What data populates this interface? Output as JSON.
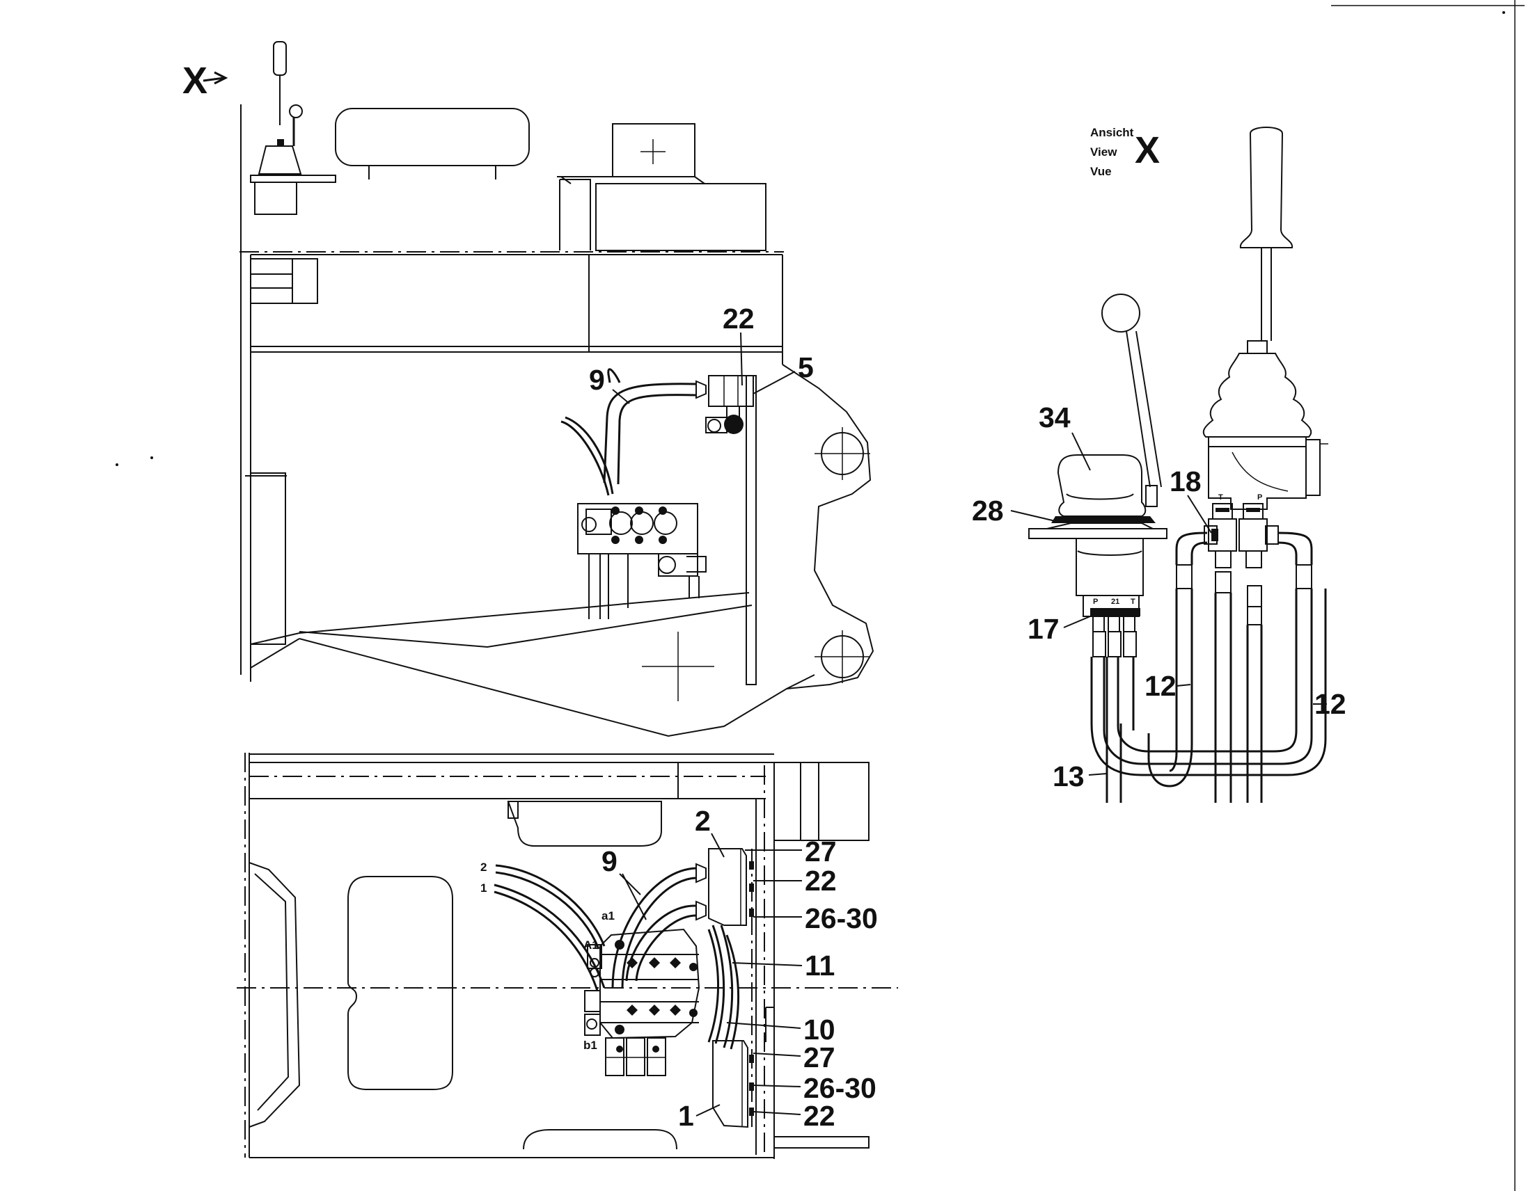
{
  "view_marker": {
    "left_arrow_label": "X",
    "caption_lines": [
      "Ansicht",
      "View",
      "Vue"
    ],
    "caption_letter": "X"
  },
  "callouts": {
    "side_view": {
      "c22": "22",
      "c5": "5",
      "c9": "9"
    },
    "top_view": {
      "c2": "2",
      "c9": "9",
      "c27a": "27",
      "c22a": "22",
      "c2630a": "26-30",
      "c11": "11",
      "c10": "10",
      "c27b": "27",
      "c2630b": "26-30",
      "c22b": "22",
      "c1": "1"
    },
    "view_x": {
      "c34": "34",
      "c28": "28",
      "c18": "18",
      "c17": "17",
      "c12a": "12",
      "c12b": "12",
      "c13": "13"
    }
  },
  "port_labels": {
    "top_view": {
      "p2": "2",
      "p1": "1",
      "a1_lower": "a1",
      "A1": "A1",
      "b1": "b1"
    },
    "valve_head": {
      "P": "P",
      "ports21": "21",
      "T": "T"
    },
    "joystick": {
      "T": "T",
      "P": "P"
    }
  },
  "icons": [
    "view-direction-arrow-icon"
  ]
}
